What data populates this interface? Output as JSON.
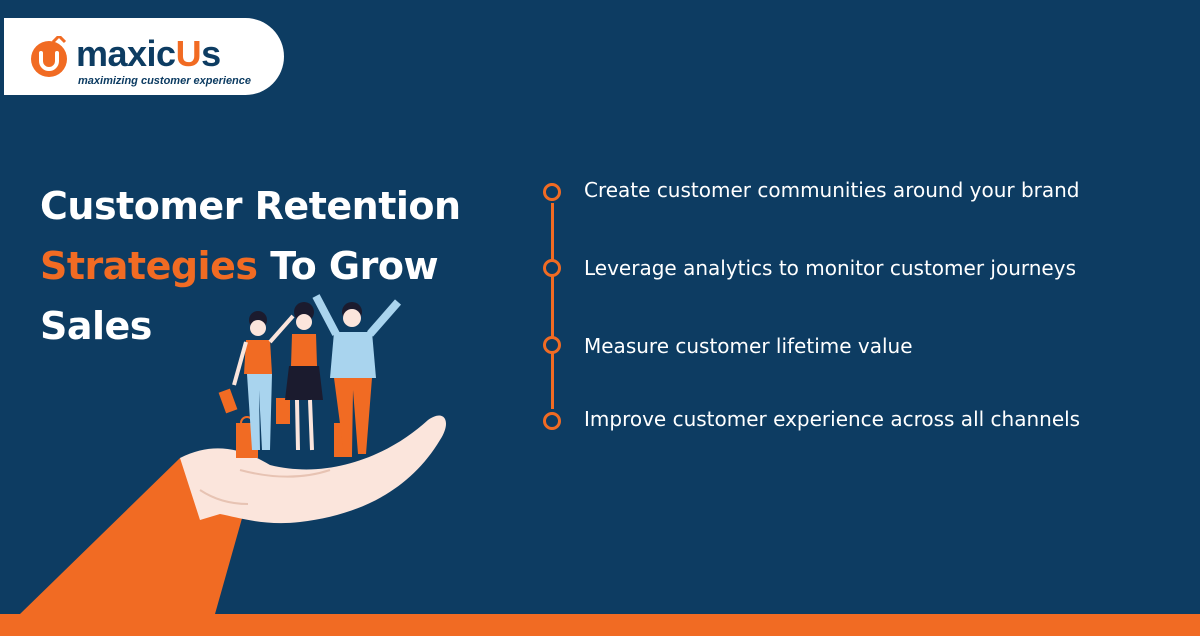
{
  "brand": {
    "name_prefix": "maxic",
    "name_accent": "U",
    "name_suffix": "s",
    "tagline": "maximizing customer experience",
    "logo_icon": "u-arrow-logo-icon"
  },
  "headline": {
    "line1": "Customer Retention",
    "highlight": "Strategies",
    "line2_rest": " To Grow",
    "line3": "Sales"
  },
  "strategies": [
    {
      "text": "Create customer communities around your brand"
    },
    {
      "text": "Leverage analytics to monitor customer journeys"
    },
    {
      "text": "Measure customer lifetime value"
    },
    {
      "text": "Improve customer experience across all channels"
    }
  ],
  "colors": {
    "background": "#0d3c62",
    "accent": "#f16b23",
    "text": "#ffffff"
  },
  "illustration": {
    "icon": "hand-holding-customers-illustration"
  }
}
